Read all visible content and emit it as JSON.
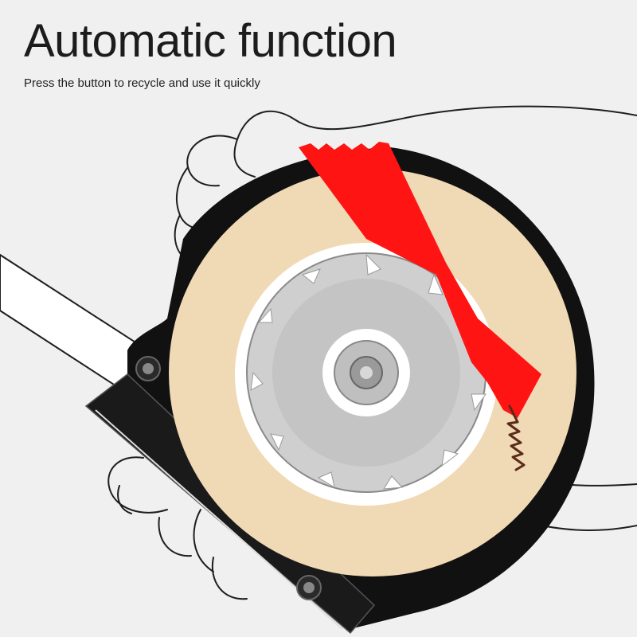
{
  "header": {
    "title": "Automatic function",
    "subtitle": "Press the button to recycle and use it quickly"
  },
  "illustration": {
    "subject": "tape-dispenser-in-hand",
    "colors": {
      "background": "#f0f0f0",
      "tape": "#f0d9b5",
      "housing": "#111111",
      "blade": "#ff1414",
      "core": "#c9c9c9",
      "tape-strip": "#ffffff"
    },
    "icons": [
      "hand-outline",
      "tape-roll",
      "cutter-blade",
      "spring",
      "screw"
    ]
  }
}
